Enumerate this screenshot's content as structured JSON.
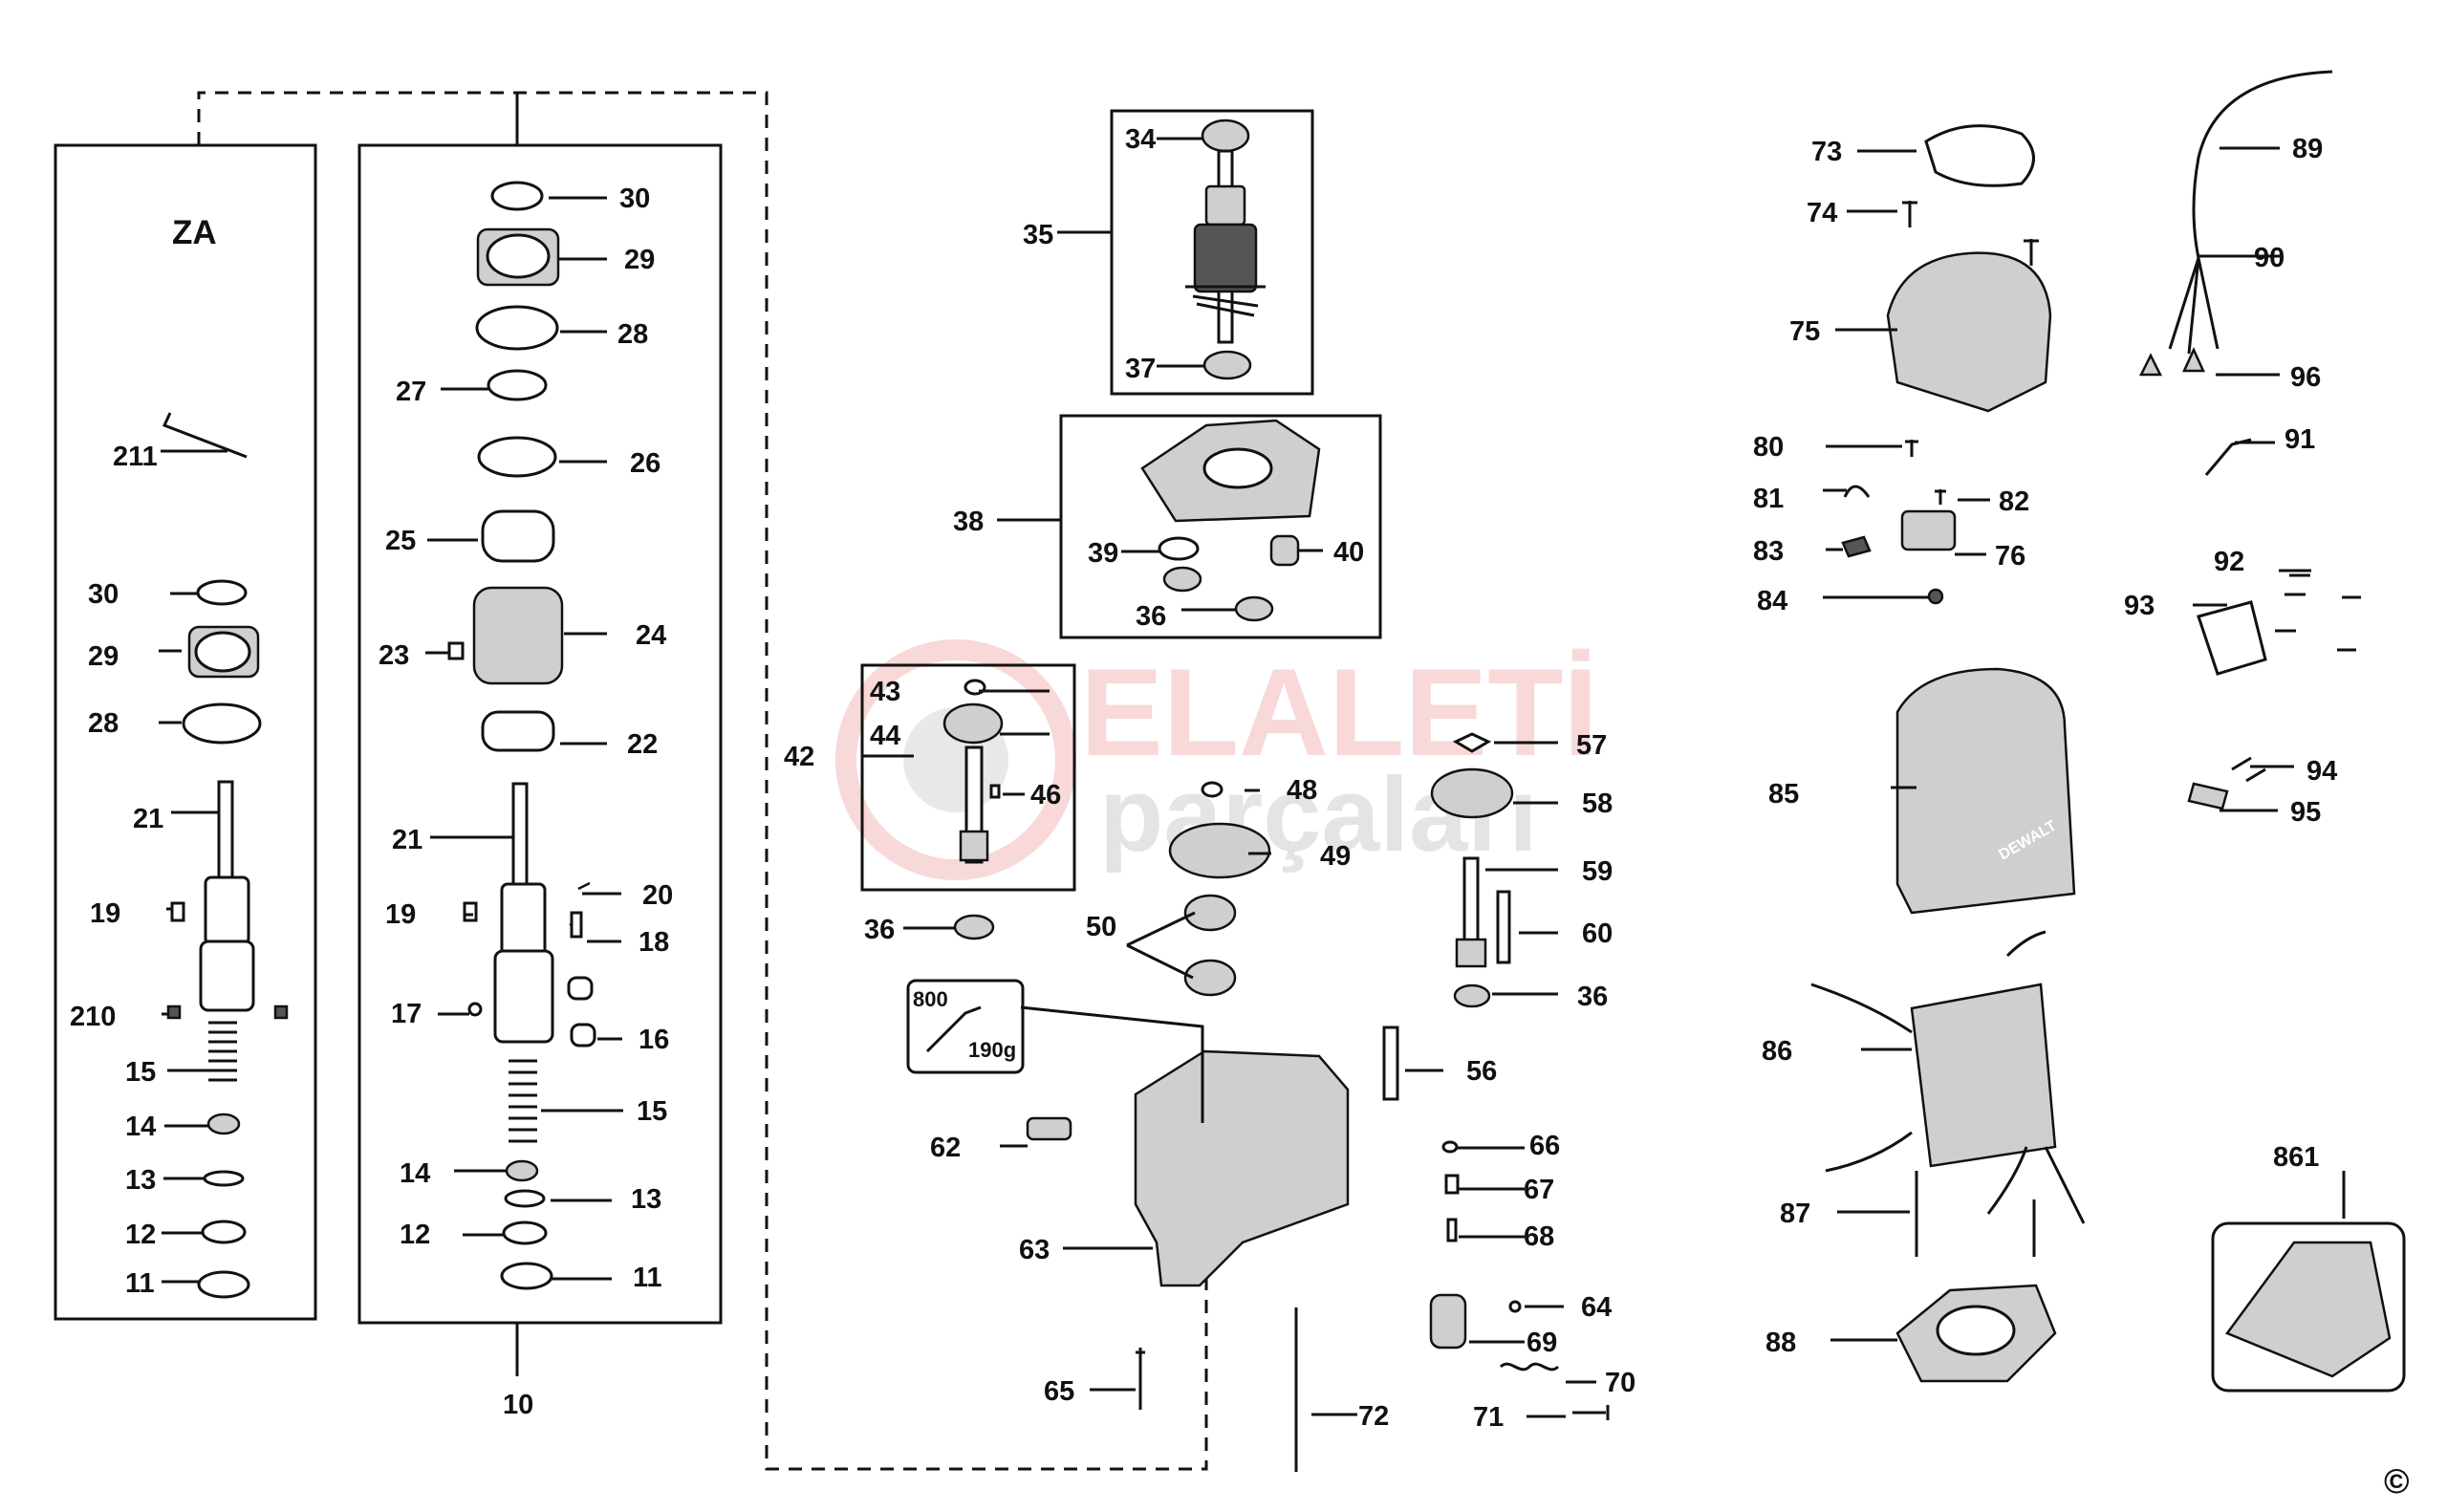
{
  "watermark": {
    "line1": "ELALETİ",
    "line2": "parçaları"
  },
  "copyright_symbol": "©",
  "group_labels": {
    "za": "ZA",
    "assembly_10": "10"
  },
  "note_box": {
    "code": "800",
    "weight": "190g"
  },
  "labels": {
    "p11a": "11",
    "p12a": "12",
    "p13a": "13",
    "p14a": "14",
    "p15a": "15",
    "p210": "210",
    "p19a": "19",
    "p21a": "21",
    "p28a": "28",
    "p29a": "29",
    "p30a": "30",
    "p211": "211",
    "p30": "30",
    "p29": "29",
    "p28": "28",
    "p27": "27",
    "p26": "26",
    "p25": "25",
    "p24": "24",
    "p23": "23",
    "p22": "22",
    "p21": "21",
    "p20": "20",
    "p19": "19",
    "p18": "18",
    "p17": "17",
    "p16": "16",
    "p15": "15",
    "p14": "14",
    "p13": "13",
    "p12": "12",
    "p11": "11",
    "p34": "34",
    "p35": "35",
    "p37": "37",
    "p38": "38",
    "p39": "39",
    "p40": "40",
    "p36a": "36",
    "p42": "42",
    "p43": "43",
    "p44": "44",
    "p46": "46",
    "p36b": "36",
    "p48": "48",
    "p49": "49",
    "p50": "50",
    "p62": "62",
    "p63": "63",
    "p65": "65",
    "p57": "57",
    "p58": "58",
    "p59": "59",
    "p60": "60",
    "p36c": "36",
    "p56": "56",
    "p66": "66",
    "p67": "67",
    "p68": "68",
    "p64": "64",
    "p69": "69",
    "p70": "70",
    "p71": "71",
    "p72": "72",
    "p73": "73",
    "p74": "74",
    "p75": "75",
    "p80": "80",
    "p81": "81",
    "p82": "82",
    "p83": "83",
    "p76": "76",
    "p84": "84",
    "p85": "85",
    "p86": "86",
    "p87": "87",
    "p88": "88",
    "p89": "89",
    "p90": "90",
    "p96": "96",
    "p91": "91",
    "p92": "92",
    "p93": "93",
    "p94": "94",
    "p95": "95",
    "p861": "861"
  },
  "brand_on_housing": "DEWALT"
}
